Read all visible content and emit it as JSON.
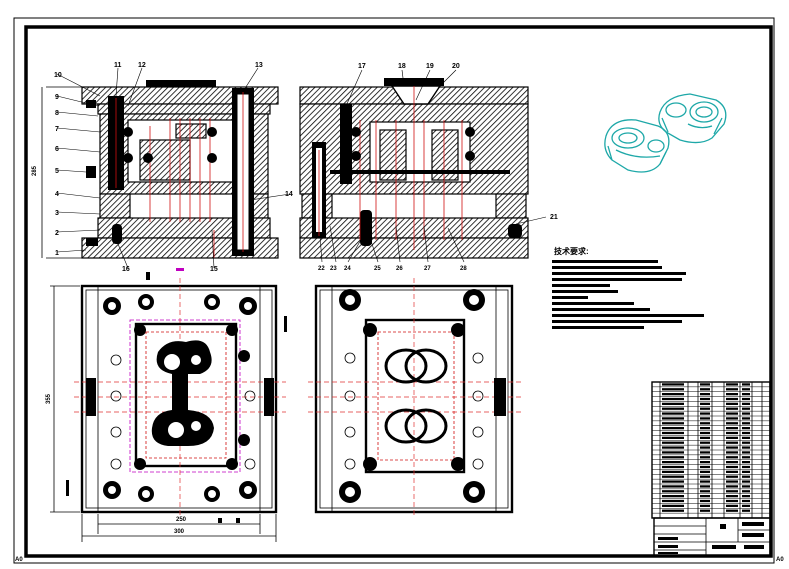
{
  "part_numbers": {
    "left_view": [
      "1",
      "2",
      "3",
      "4",
      "5",
      "6",
      "7",
      "8",
      "9",
      "10",
      "11",
      "12",
      "13",
      "14",
      "15",
      "16"
    ],
    "right_view": [
      "17",
      "18",
      "19",
      "20",
      "21",
      "22",
      "23",
      "24",
      "25",
      "26",
      "27",
      "28"
    ]
  },
  "dimensions": {
    "height_left": "285",
    "height_plan": "355",
    "width_inner": "250",
    "width_outer": "300"
  },
  "notes": {
    "title": "技术要求:"
  },
  "corner_marks": {
    "bottom_left": "A0",
    "bottom_right": "A0"
  },
  "colors": {
    "frame": "#000000",
    "section_lines": "#d01010",
    "hidden_lines": "#c000c0",
    "part_render": "#1ea8a8"
  }
}
